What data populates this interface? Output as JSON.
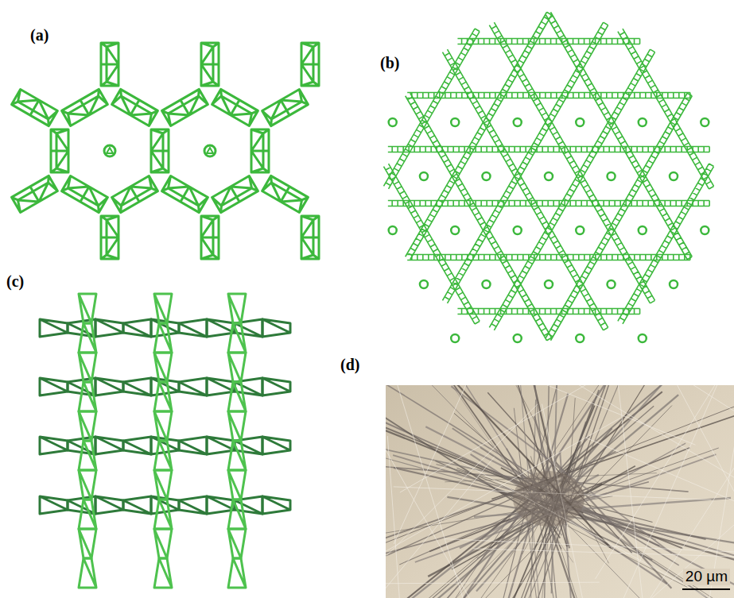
{
  "diagram": {
    "labels": [
      "(a)",
      "(b)",
      "(c)",
      "(d)",
      "20 µm"
    ]
  }
}
